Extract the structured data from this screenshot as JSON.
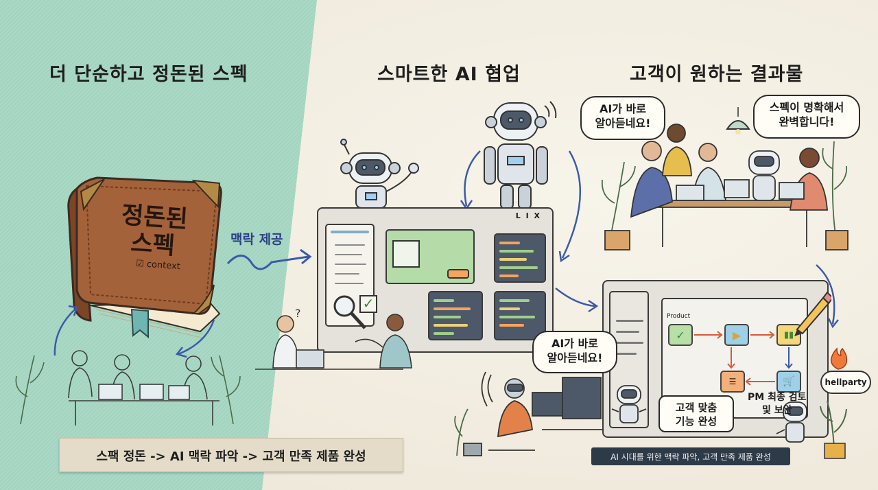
{
  "headings": {
    "left": "더 단순하고 정돈된 스펙",
    "middle": "스마트한 AI 협업",
    "right": "고객이 원하는 결과물"
  },
  "book": {
    "title_line1": "정돈된",
    "title_line2": "스펙",
    "check_label": "context"
  },
  "arrow_label": "맥락 제공",
  "ide_window": {
    "brand": "L I X"
  },
  "bubbles": {
    "team_left": "AI가 바로\n알아듣네요!",
    "team_right": "스펙이 명확해서\n완벽합니다!",
    "developer": "AI가 바로\n알아듣네요!"
  },
  "product_flow": {
    "title": "Product",
    "pm_note": "PM 최종 검토\n및 보완",
    "custom_note": "고객 맞춤\n기능 완성"
  },
  "badge": "hellparty",
  "banners": {
    "left": "스팩 정돈 -> AI 맥락 파악 -> 고객 만족 제품 완성",
    "right": "AI 시대를 위한 맥락 파악, 고객 만족 제품 완성"
  },
  "colors": {
    "mint_panel": "#a9d8c5",
    "book_leather": "#a4623a",
    "accent_blue": "#3b5aa8",
    "flow_green": "#b8dfa6",
    "flow_orange": "#f4b07a",
    "flow_blue": "#9ed0e8",
    "flow_yellow": "#f4d77a"
  },
  "icons": [
    "robot-icon",
    "book-icon",
    "check-icon",
    "magnifier-icon",
    "play-icon",
    "chart-icon",
    "cart-icon",
    "pencil-icon",
    "flame-icon",
    "lamp-icon",
    "plant-icon",
    "laptop-icon"
  ]
}
